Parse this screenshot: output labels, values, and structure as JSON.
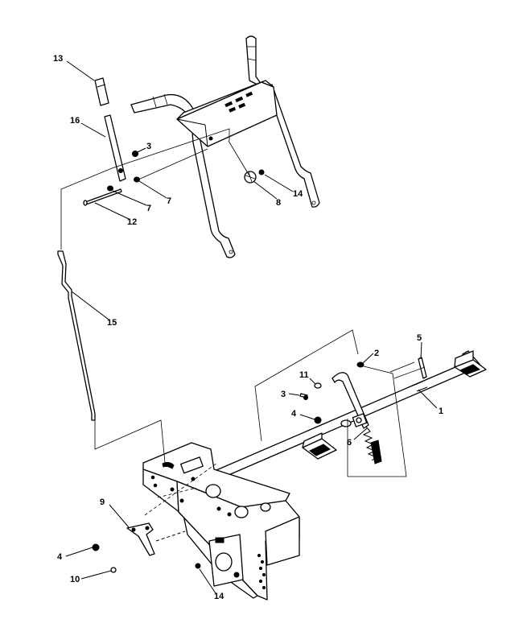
{
  "callouts": [
    {
      "id": "13",
      "text": "13"
    },
    {
      "id": "16",
      "text": "16"
    },
    {
      "id": "3a",
      "text": "3"
    },
    {
      "id": "7a",
      "text": "7"
    },
    {
      "id": "7b",
      "text": "7"
    },
    {
      "id": "12",
      "text": "12"
    },
    {
      "id": "8",
      "text": "8"
    },
    {
      "id": "14a",
      "text": "14"
    },
    {
      "id": "15",
      "text": "15"
    },
    {
      "id": "5",
      "text": "5"
    },
    {
      "id": "2",
      "text": "2"
    },
    {
      "id": "11",
      "text": "11"
    },
    {
      "id": "3b",
      "text": "3"
    },
    {
      "id": "1",
      "text": "1"
    },
    {
      "id": "4a",
      "text": "4"
    },
    {
      "id": "6",
      "text": "6"
    },
    {
      "id": "9",
      "text": "9"
    },
    {
      "id": "4b",
      "text": "4"
    },
    {
      "id": "10",
      "text": "10"
    },
    {
      "id": "14b",
      "text": "14"
    }
  ]
}
